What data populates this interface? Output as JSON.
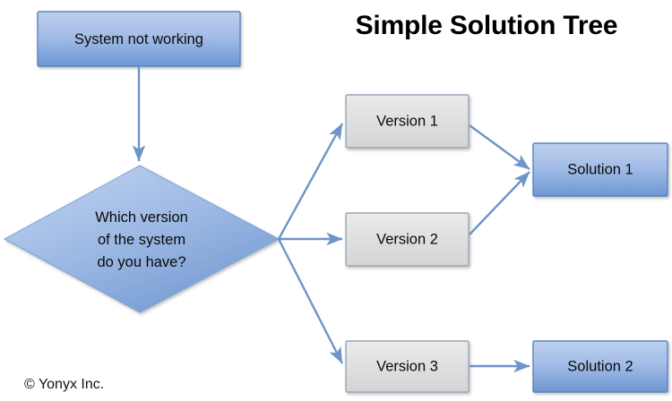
{
  "page": {
    "title": "Simple Solution Tree",
    "footer": "© Yonyx Inc.",
    "background": "#ffffff"
  },
  "colors": {
    "blue_fill_top": "#b3c9ea",
    "blue_fill_bottom": "#6f9bd6",
    "blue_border": "#5c85bd",
    "gray_fill_top": "#e6e6e6",
    "gray_fill_bottom": "#d6d6d6",
    "gray_border": "#9aa7bc",
    "connector": "#6e94c8",
    "text": "#0a0a0a",
    "title_text": "#000000"
  },
  "nodes": {
    "start": {
      "label": "System not working",
      "shape": "rectangle",
      "style": "blue"
    },
    "decision": {
      "label_line1": "Which version",
      "label_line2": "of the system",
      "label_line3": "do you have?",
      "shape": "diamond",
      "style": "blue"
    },
    "version1": {
      "label": "Version 1",
      "shape": "rectangle",
      "style": "gray"
    },
    "version2": {
      "label": "Version 2",
      "shape": "rectangle",
      "style": "gray"
    },
    "version3": {
      "label": "Version 3",
      "shape": "rectangle",
      "style": "gray"
    },
    "solution1": {
      "label": "Solution 1",
      "shape": "rectangle",
      "style": "blue"
    },
    "solution2": {
      "label": "Solution 2",
      "shape": "rectangle",
      "style": "blue"
    }
  },
  "connectors": [
    {
      "name": "start-to-decision",
      "from": "start",
      "to": "decision"
    },
    {
      "name": "decision-to-version1",
      "from": "decision",
      "to": "version1"
    },
    {
      "name": "decision-to-version2",
      "from": "decision",
      "to": "version2"
    },
    {
      "name": "decision-to-version3",
      "from": "decision",
      "to": "version3"
    },
    {
      "name": "version1-to-solution1",
      "from": "version1",
      "to": "solution1"
    },
    {
      "name": "version2-to-solution1",
      "from": "version2",
      "to": "solution1"
    },
    {
      "name": "version3-to-solution2",
      "from": "version3",
      "to": "solution2"
    }
  ]
}
